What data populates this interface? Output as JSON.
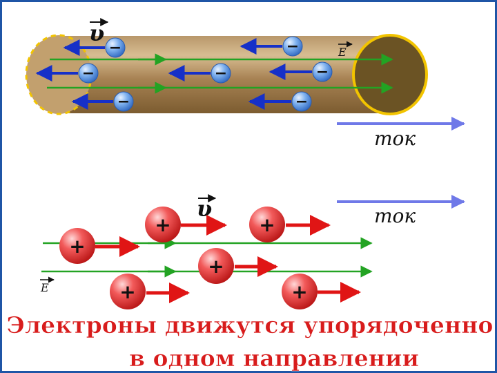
{
  "top": {
    "velocity_label": "υ",
    "field_label": "E",
    "current_label": "ток",
    "electron_sign": "−"
  },
  "bottom": {
    "velocity_label": "υ",
    "field_label": "E",
    "current_label": "ток",
    "particle_sign": "+"
  },
  "caption": {
    "line1": "Электроны движутся упорядоченно",
    "line2": "в одном направлении"
  },
  "colors": {
    "frame": "#1f55a6",
    "conductor_body": "#a98658",
    "conductor_end": "#6b5324",
    "conductor_rim": "#f2c400",
    "field_line": "#23a323",
    "electron_arrow": "#1630c8",
    "electron": "#5a95e0",
    "particle": "#e02a2a",
    "particle_arrow": "#e01515",
    "current_arrow": "#6f79e8",
    "caption_text": "#d81c1c"
  }
}
